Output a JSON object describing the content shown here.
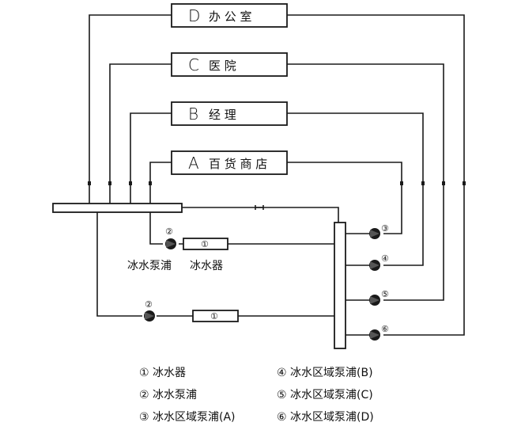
{
  "zones": [
    {
      "id": "D",
      "letter": "D",
      "name": "办 公 室"
    },
    {
      "id": "C",
      "letter": "C",
      "name": "医       院"
    },
    {
      "id": "B",
      "letter": "B",
      "name": "经       理"
    },
    {
      "id": "A",
      "letter": "A",
      "name": "百 货 商 店"
    }
  ],
  "equipment": {
    "chiller_marker": "①",
    "pump_marker": "②",
    "zone_pumps": [
      "③",
      "④",
      "⑤",
      "⑥"
    ],
    "pump_label": "冰水泵浦",
    "chiller_label": "冰水器"
  },
  "legend": [
    {
      "marker": "①",
      "text": "冰水器"
    },
    {
      "marker": "②",
      "text": "冰水泵浦"
    },
    {
      "marker": "③",
      "text": "冰水区域泵浦(A)"
    },
    {
      "marker": "④",
      "text": "冰水区域泵浦(B)"
    },
    {
      "marker": "⑤",
      "text": "冰水区域泵浦(C)"
    },
    {
      "marker": "⑥",
      "text": "冰水区域泵浦(D)"
    }
  ]
}
